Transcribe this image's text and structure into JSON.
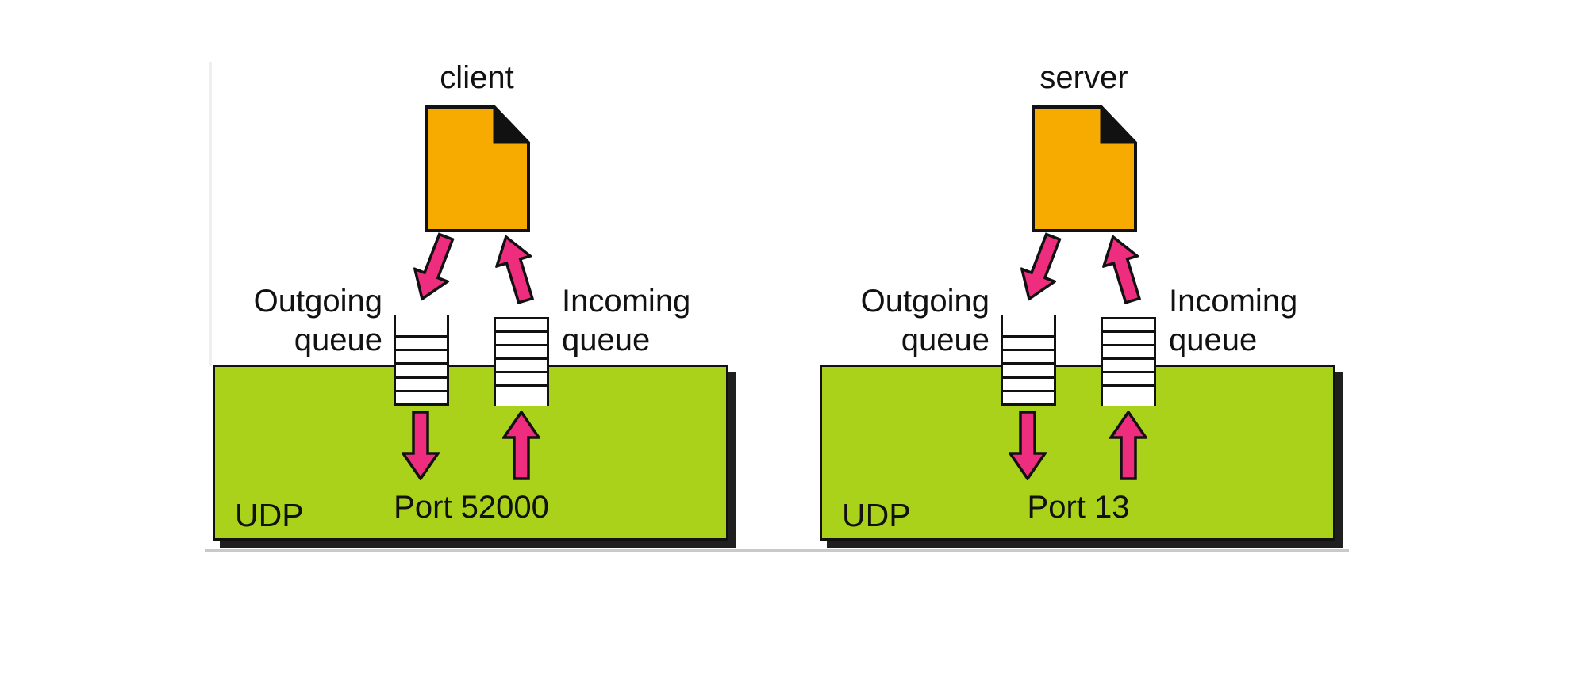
{
  "figure": {
    "description": "UDP client-server port and queue diagram",
    "colors": {
      "udp_box_green": "#aad21a",
      "arrow_pink": "#ee2d7e",
      "document_orange": "#f7ab00",
      "outline_black": "#111111",
      "box_shadow": "#1f1f1f"
    }
  },
  "panels": [
    {
      "app_label": "client",
      "outgoing_queue_line1": "Outgoing",
      "outgoing_queue_line2": "queue",
      "incoming_queue_line1": "Incoming",
      "incoming_queue_line2": "queue",
      "udp_label": "UDP",
      "port_label": "Port 52000"
    },
    {
      "app_label": "server",
      "outgoing_queue_line1": "Outgoing",
      "outgoing_queue_line2": "queue",
      "incoming_queue_line1": "Incoming",
      "incoming_queue_line2": "queue",
      "udp_label": "UDP",
      "port_label": "Port 13"
    }
  ]
}
